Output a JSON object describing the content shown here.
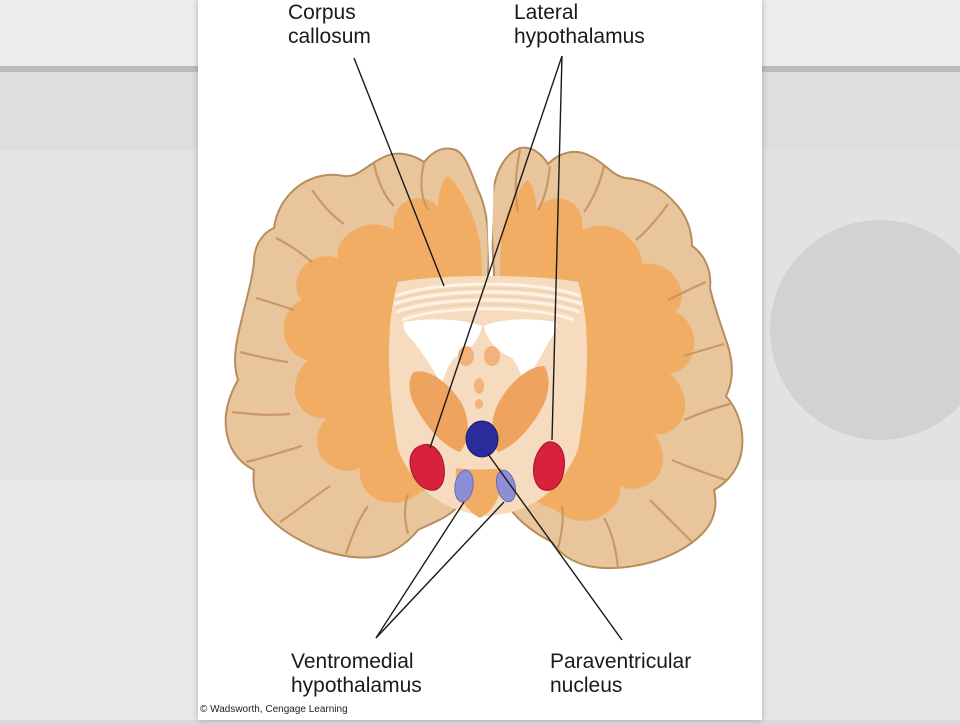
{
  "labels": {
    "corpus_callosum": [
      "Corpus",
      "callosum"
    ],
    "lateral_hypothalamus": [
      "Lateral",
      "hypothalamus"
    ],
    "ventromedial_hypothalamus": [
      "Ventromedial",
      "hypothalamus"
    ],
    "paraventricular_nucleus": [
      "Paraventricular",
      "nucleus"
    ]
  },
  "credit": "© Wadsworth, Cengage Learning",
  "colors": {
    "cortex": "#e9c59c",
    "cortex_outline": "#b78d5e",
    "white_matter": "#f0ad63",
    "white_matter_light": "#f7c898",
    "center": "#f6dbbf",
    "basal": "#eea35e",
    "lateral_hypothalamus": "#d8213a",
    "ventromedial_hypothalamus": "#8d8fd6",
    "paraventricular_nucleus": "#2b2c9c",
    "ventricle": "#ffffff",
    "leader_line": "#1a1a1a"
  }
}
